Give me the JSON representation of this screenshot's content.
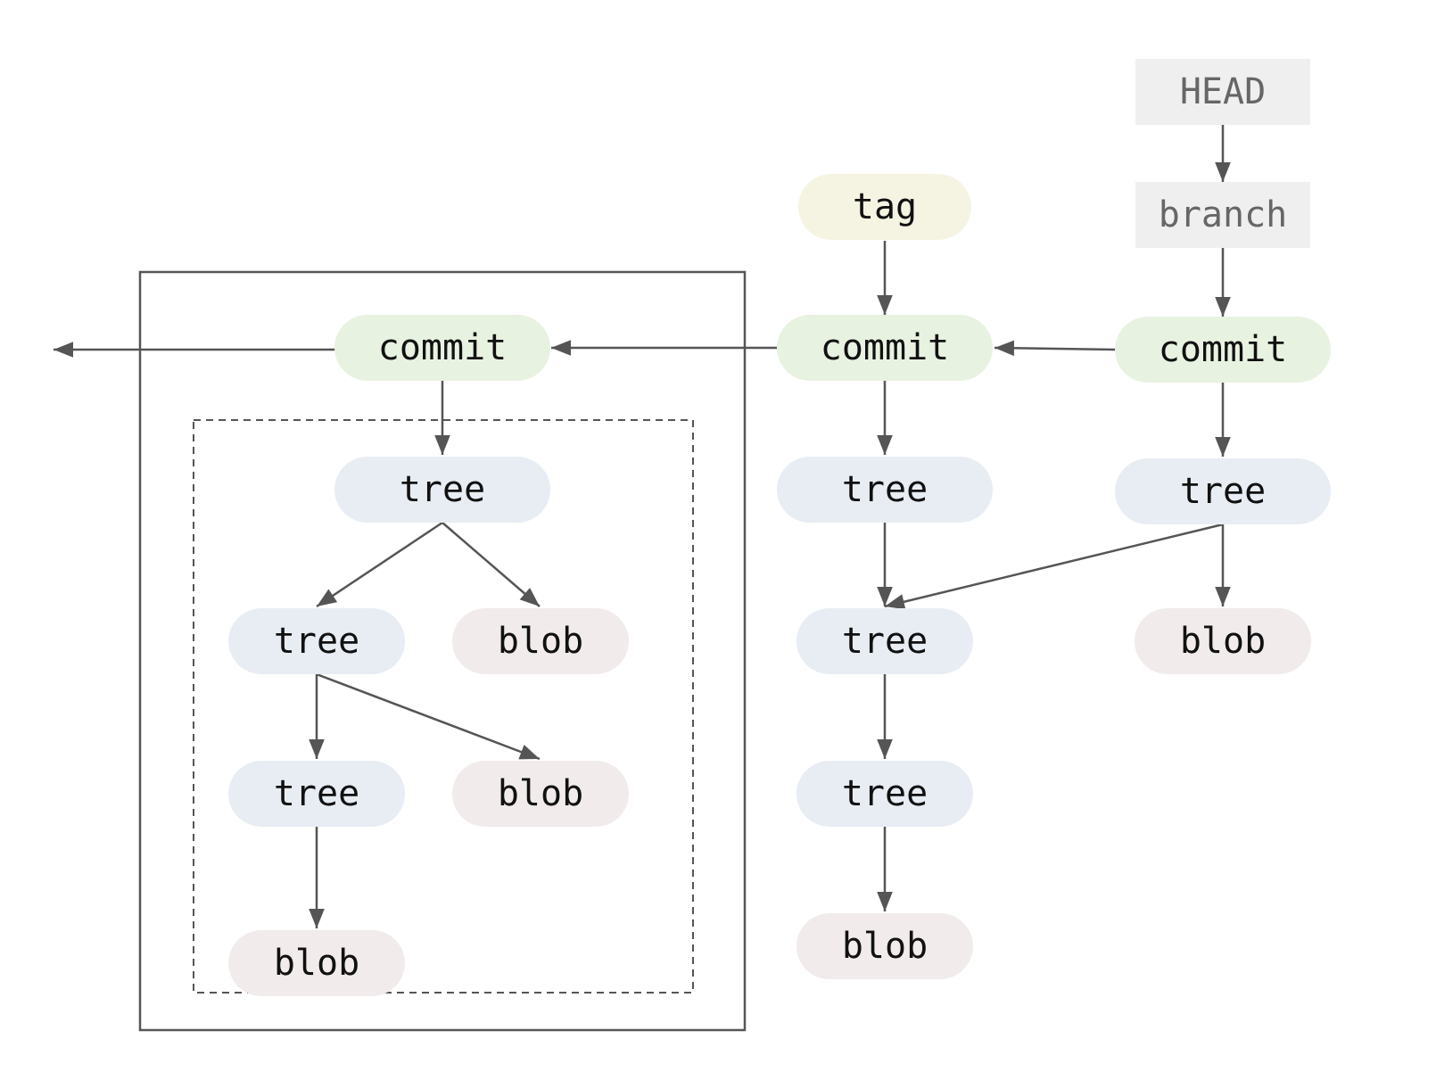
{
  "colors": {
    "commit": "#e8f2e1",
    "tree": "#e8edf4",
    "blob": "#f1ebeb",
    "tag": "#f5f4e3",
    "ref": "#efefef",
    "edge": "#555555"
  },
  "refs": {
    "head": "HEAD",
    "branch": "branch"
  },
  "tag": {
    "label": "tag"
  },
  "commits": {
    "old": "commit",
    "middle": "commit",
    "latest": "commit"
  },
  "old_commit_snapshot": {
    "root_tree": "tree",
    "subtree": "tree",
    "blob_root": "blob",
    "subsubtree": "tree",
    "blob_subtree": "blob",
    "blob_deep": "blob"
  },
  "middle_commit_snapshot": {
    "root_tree": "tree",
    "subtree": "tree",
    "subsubtree": "tree",
    "blob_deep": "blob"
  },
  "latest_commit_snapshot": {
    "root_tree": "tree",
    "blob_root": "blob"
  }
}
